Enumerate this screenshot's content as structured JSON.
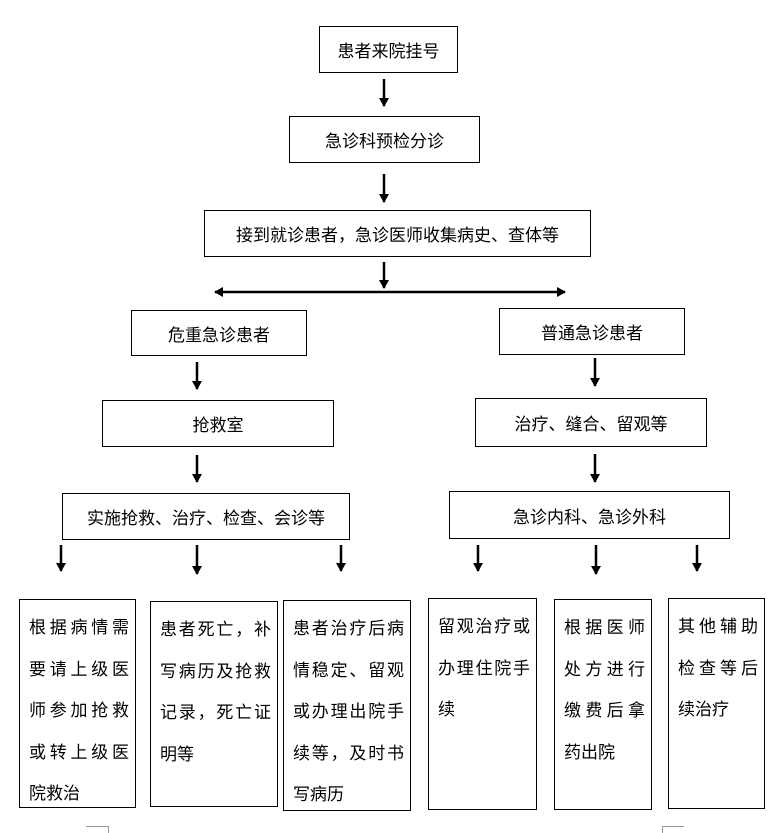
{
  "flowchart": {
    "register": "患者来院挂号",
    "triage": "急诊科预检分诊",
    "receive": "接到就诊患者，急诊医师收集病史、查体等",
    "critical": {
      "title": "危重急诊患者",
      "room": "抢救室",
      "actions": "实施抢救、治疗、检查、会诊等",
      "outcomes": [
        "根据病情需要请上级医师参加抢救或转上级医院救治",
        "患者死亡，补写病历及抢救记录，死亡证明等",
        "患者治疗后病情稳定、留观或办理出院手续等，及时书写病历"
      ]
    },
    "normal": {
      "title": "普通急诊患者",
      "treatment": "治疗、缝合、留观等",
      "departments": "急诊内科、急诊外科",
      "outcomes": [
        "留观治疗或办理住院手续",
        "根据医师处方进行缴费后拿药出院",
        "其他辅助检查等后续治疗"
      ]
    }
  }
}
